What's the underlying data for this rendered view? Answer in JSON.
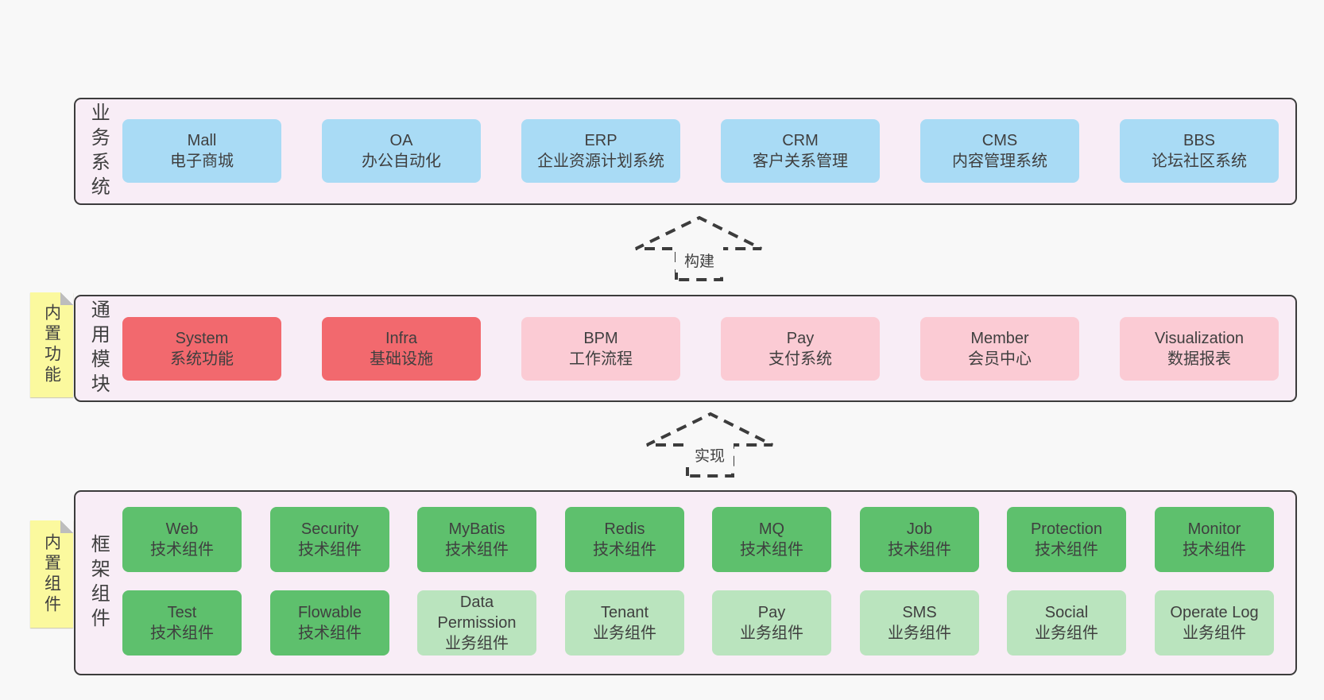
{
  "colors": {
    "page-bg": "#f8f8f8",
    "panel-bg": "#f8edf6",
    "line": "#3c3c3c",
    "text": "#3f3f3f",
    "blue": "#a9dbf5",
    "red": "#f2696e",
    "pink": "#fbcbd4",
    "green": "#5ec06d",
    "lightgreen": "#bae4be",
    "yellow": "#fbf99e",
    "fold": "#bdbdbd"
  },
  "arrows": [
    {
      "label": "构建"
    },
    {
      "label": "实现"
    }
  ],
  "notes": [
    {
      "label": "内置功能"
    },
    {
      "label": "内置组件"
    }
  ],
  "layers": [
    {
      "label": "业务系统",
      "boxes": [
        {
          "name": "Mall",
          "desc": "电子商城",
          "variant": "blue"
        },
        {
          "name": "OA",
          "desc": "办公自动化",
          "variant": "blue"
        },
        {
          "name": "ERP",
          "desc": "企业资源计划系统",
          "variant": "blue"
        },
        {
          "name": "CRM",
          "desc": "客户关系管理",
          "variant": "blue"
        },
        {
          "name": "CMS",
          "desc": "内容管理系统",
          "variant": "blue"
        },
        {
          "name": "BBS",
          "desc": "论坛社区系统",
          "variant": "blue"
        }
      ]
    },
    {
      "label": "通用模块",
      "boxes": [
        {
          "name": "System",
          "desc": "系统功能",
          "variant": "red"
        },
        {
          "name": "Infra",
          "desc": "基础设施",
          "variant": "red"
        },
        {
          "name": "BPM",
          "desc": "工作流程",
          "variant": "pink"
        },
        {
          "name": "Pay",
          "desc": "支付系统",
          "variant": "pink"
        },
        {
          "name": "Member",
          "desc": "会员中心",
          "variant": "pink"
        },
        {
          "name": "Visualization",
          "desc": "数据报表",
          "variant": "pink"
        }
      ]
    },
    {
      "label": "框架组件",
      "rows": [
        [
          {
            "name": "Web",
            "desc": "技术组件",
            "variant": "green"
          },
          {
            "name": "Security",
            "desc": "技术组件",
            "variant": "green"
          },
          {
            "name": "MyBatis",
            "desc": "技术组件",
            "variant": "green"
          },
          {
            "name": "Redis",
            "desc": "技术组件",
            "variant": "green"
          },
          {
            "name": "MQ",
            "desc": "技术组件",
            "variant": "green"
          },
          {
            "name": "Job",
            "desc": "技术组件",
            "variant": "green"
          },
          {
            "name": "Protection",
            "desc": "技术组件",
            "variant": "green"
          },
          {
            "name": "Monitor",
            "desc": "技术组件",
            "variant": "green"
          }
        ],
        [
          {
            "name": "Test",
            "desc": "技术组件",
            "variant": "green"
          },
          {
            "name": "Flowable",
            "desc": "技术组件",
            "variant": "green"
          },
          {
            "name": "Data Permission",
            "desc": "业务组件",
            "variant": "lightgreen"
          },
          {
            "name": "Tenant",
            "desc": "业务组件",
            "variant": "lightgreen"
          },
          {
            "name": "Pay",
            "desc": "业务组件",
            "variant": "lightgreen"
          },
          {
            "name": "SMS",
            "desc": "业务组件",
            "variant": "lightgreen"
          },
          {
            "name": "Social",
            "desc": "业务组件",
            "variant": "lightgreen"
          },
          {
            "name": "Operate Log",
            "desc": "业务组件",
            "variant": "lightgreen"
          }
        ]
      ]
    }
  ]
}
